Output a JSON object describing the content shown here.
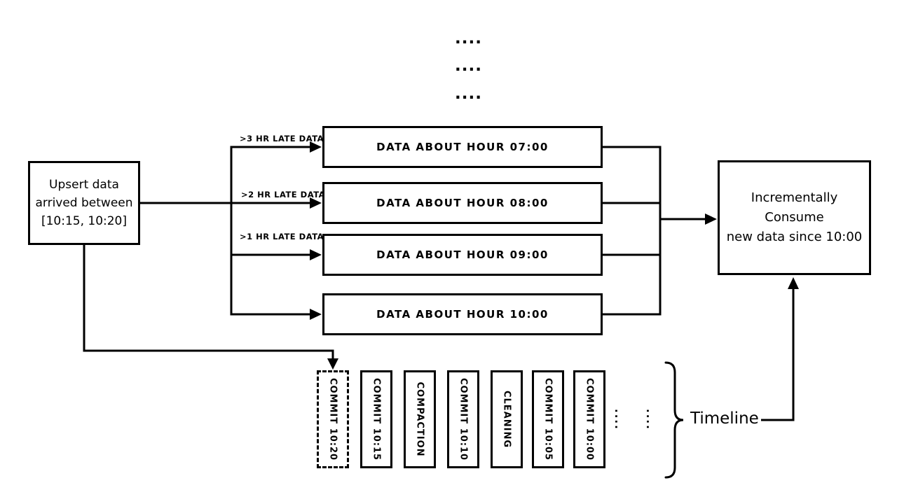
{
  "diagram": {
    "top_ellipsis": {
      "row1": "....",
      "row2": "....",
      "row3": "...."
    },
    "upsert_box": {
      "line1": "Upsert data",
      "line2": "arrived between",
      "line3": "[10:15, 10:20]"
    },
    "late_data_labels": {
      "three_hr": ">3 HR LATE DATA",
      "two_hr": ">2 HR LATE DATA",
      "one_hr": ">1 HR LATE DATA"
    },
    "hour_boxes": [
      "DATA ABOUT HOUR 07:00",
      "DATA ABOUT HOUR 08:00",
      "DATA ABOUT HOUR 09:00",
      "DATA ABOUT HOUR 10:00"
    ],
    "consume_box": {
      "line1": "Incrementally Consume",
      "line2": "new data since 10:00"
    },
    "timeline": {
      "label": "Timeline",
      "entries": [
        "COMMIT 10:20",
        "COMMIT 10:15",
        "COMPACTION",
        "COMMIT 10:10",
        "CLEANING",
        "COMMIT 10:05",
        "COMMIT 10:00"
      ],
      "ellipsis": {
        "col1": "....",
        "col2": "...."
      }
    },
    "colors": {
      "line": "#000000",
      "background": "#ffffff"
    }
  }
}
